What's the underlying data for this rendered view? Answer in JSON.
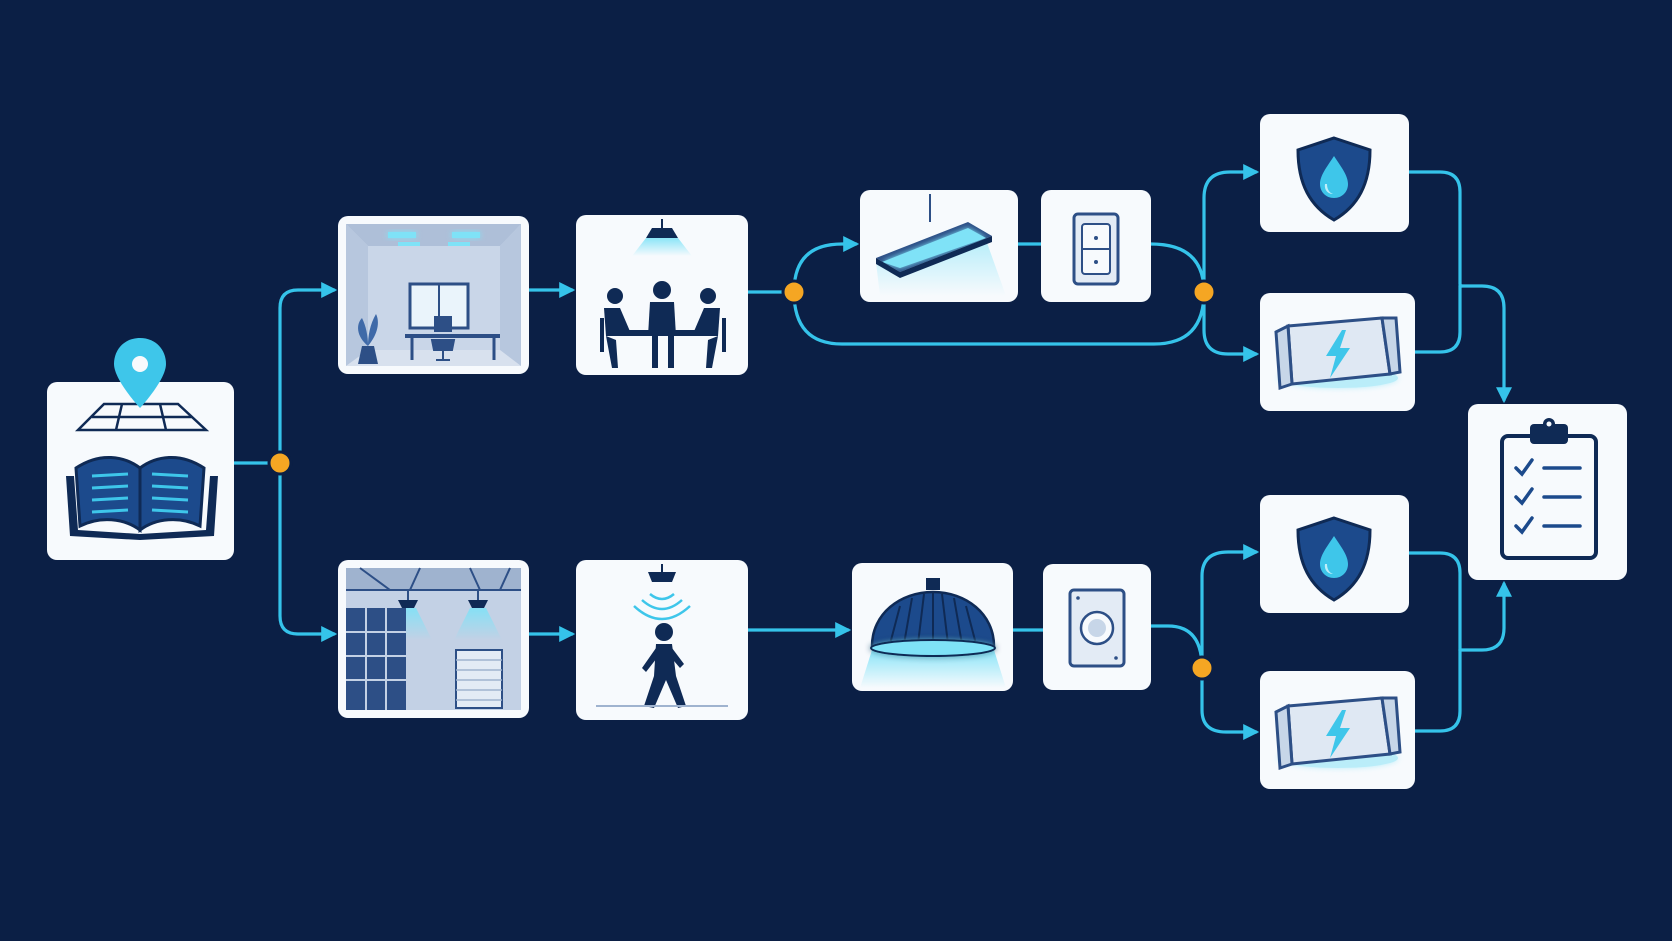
{
  "colors": {
    "background": "#0b1f45",
    "card": "#f7fafd",
    "connector": "#35c3ea",
    "junction": "#f5a623",
    "icon_primary": "#0f2a55",
    "icon_accent": "#3ec6ea"
  },
  "nodes": [
    {
      "id": "standards",
      "icon": "open-book-map-pin-icon"
    },
    {
      "id": "office",
      "icon": "office-room-icon"
    },
    {
      "id": "meeting",
      "icon": "meeting-table-light-icon"
    },
    {
      "id": "panel-light",
      "icon": "led-panel-light-icon"
    },
    {
      "id": "wall-switch",
      "icon": "wall-switch-icon"
    },
    {
      "id": "protect-top",
      "icon": "water-shield-icon"
    },
    {
      "id": "battery-top",
      "icon": "battery-bolt-icon"
    },
    {
      "id": "warehouse",
      "icon": "warehouse-interior-icon"
    },
    {
      "id": "motion",
      "icon": "motion-sensor-walker-icon"
    },
    {
      "id": "highbay",
      "icon": "high-bay-light-icon"
    },
    {
      "id": "dimmer",
      "icon": "dimmer-knob-icon"
    },
    {
      "id": "protect-bottom",
      "icon": "water-shield-icon"
    },
    {
      "id": "battery-bottom",
      "icon": "battery-bolt-icon"
    },
    {
      "id": "checklist",
      "icon": "clipboard-checklist-icon"
    }
  ]
}
